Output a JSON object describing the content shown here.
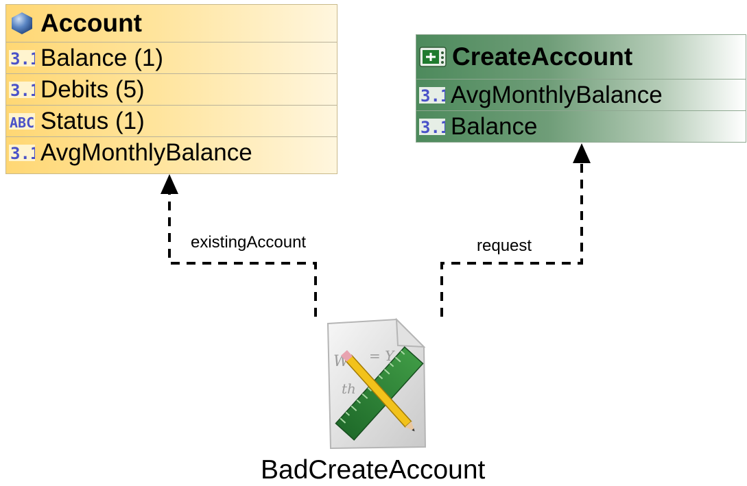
{
  "entities": {
    "account": {
      "name": "Account",
      "attributes": [
        {
          "label": "Balance (1)",
          "type_icon": "numeric-attribute-icon"
        },
        {
          "label": "Debits (5)",
          "type_icon": "numeric-attribute-icon"
        },
        {
          "label": "Status (1)",
          "type_icon": "text-attribute-icon"
        },
        {
          "label": "AvgMonthlyBalance",
          "type_icon": "numeric-attribute-icon"
        }
      ],
      "icon": "entity-sphere-icon",
      "color": "#ffd774"
    },
    "create_account": {
      "name": "CreateAccount",
      "attributes": [
        {
          "label": "AvgMonthlyBalance",
          "type_icon": "numeric-attribute-icon"
        },
        {
          "label": "Balance",
          "type_icon": "numeric-attribute-icon"
        }
      ],
      "icon": "process-screen-icon",
      "color": "#4d8a5c"
    }
  },
  "connections": [
    {
      "label": "existingAccount",
      "from": "BadCreateAccount",
      "to": "Account"
    },
    {
      "label": "request",
      "from": "BadCreateAccount",
      "to": "CreateAccount"
    }
  ],
  "rule": {
    "name": "BadCreateAccount",
    "icon": "rule-document-icon"
  }
}
